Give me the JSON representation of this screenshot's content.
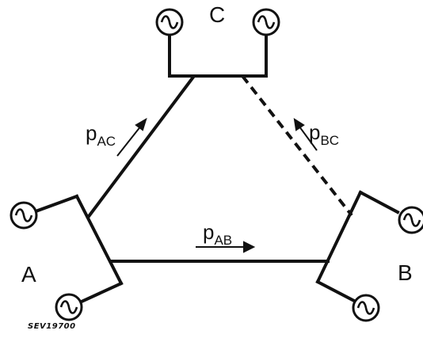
{
  "nodes": {
    "a": "A",
    "b": "B",
    "c": "C"
  },
  "flows": {
    "ac": {
      "main": "p",
      "sub": "AC"
    },
    "bc": {
      "main": "p",
      "sub": "BC"
    },
    "ab": {
      "main": "p",
      "sub": "AB"
    }
  },
  "reference": "SEV19700",
  "generator_symbol": "~",
  "links": {
    "ac": "solid",
    "bc": "dashed",
    "ab": "solid"
  },
  "colors": {
    "stroke": "#111111",
    "background": "#ffffff"
  }
}
